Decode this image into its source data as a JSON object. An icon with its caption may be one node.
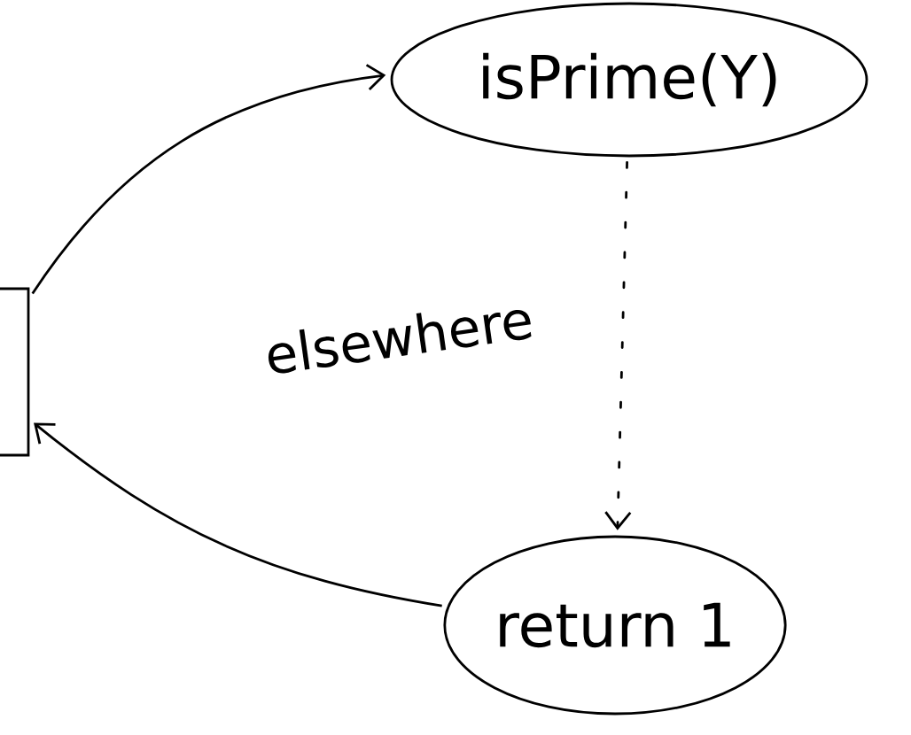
{
  "diagram": {
    "nodes": [
      {
        "text": [],
        "shape": "box"
      },
      {
        "text": [
          "isPrime(Y)"
        ]
      },
      {
        "text": [
          "return 1"
        ]
      }
    ],
    "edges": [
      {
        "from": 0,
        "to": 1,
        "arrow": "to"
      },
      {
        "from": 1,
        "to": 2,
        "arrow": "to",
        "style": "dashed",
        "label": "elsewhere"
      },
      {
        "from": 2,
        "to": 0,
        "arrow": "to"
      }
    ]
  }
}
